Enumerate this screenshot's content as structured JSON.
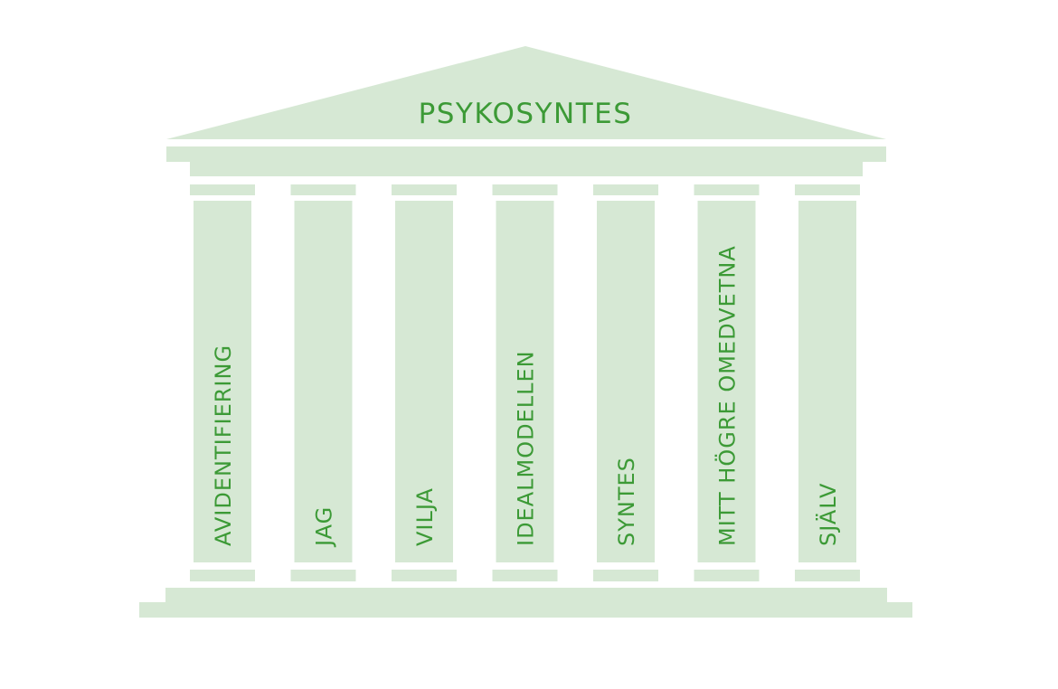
{
  "colors": {
    "structure": "#d6e8d4",
    "text": "#3c9a36",
    "background": "#ffffff"
  },
  "pediment": {
    "title": "PSYKOSYNTES"
  },
  "pillars": [
    {
      "label": "AVIDENTIFIERING"
    },
    {
      "label": "JAG"
    },
    {
      "label": "VILJA"
    },
    {
      "label": "IDEALMODELLEN"
    },
    {
      "label": "SYNTES"
    },
    {
      "label": "MITT HÖGRE OMEDVETNA"
    },
    {
      "label": "SJÄLV"
    }
  ]
}
